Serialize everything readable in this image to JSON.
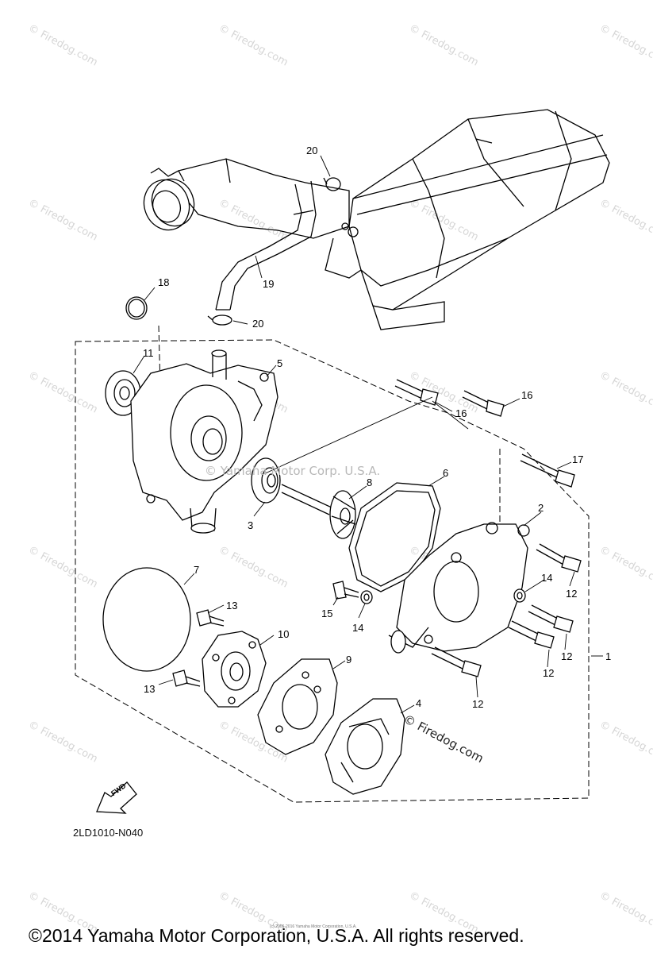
{
  "watermark": {
    "text": "© Firedog.com"
  },
  "part_labels": [
    "20",
    "19",
    "18",
    "20",
    "11",
    "5",
    "16",
    "16",
    "17",
    "8",
    "6",
    "3",
    "2",
    "12",
    "14",
    "15",
    "14",
    "12",
    "12",
    "12",
    "1",
    "7",
    "13",
    "10",
    "9",
    "13",
    "4"
  ],
  "center_mark": "© Yamaha Motor Corp. U.S.A.",
  "firedog_mark": "© Firedog.com",
  "fwd_label": "FWD",
  "diagram_code": "2LD1010-N040",
  "small_copyright": "(c) 2006-2016 Yamaha Motor Corporation, U.S.A.",
  "copyright": "©2014 Yamaha Motor Corporation, U.S.A. All rights reserved."
}
